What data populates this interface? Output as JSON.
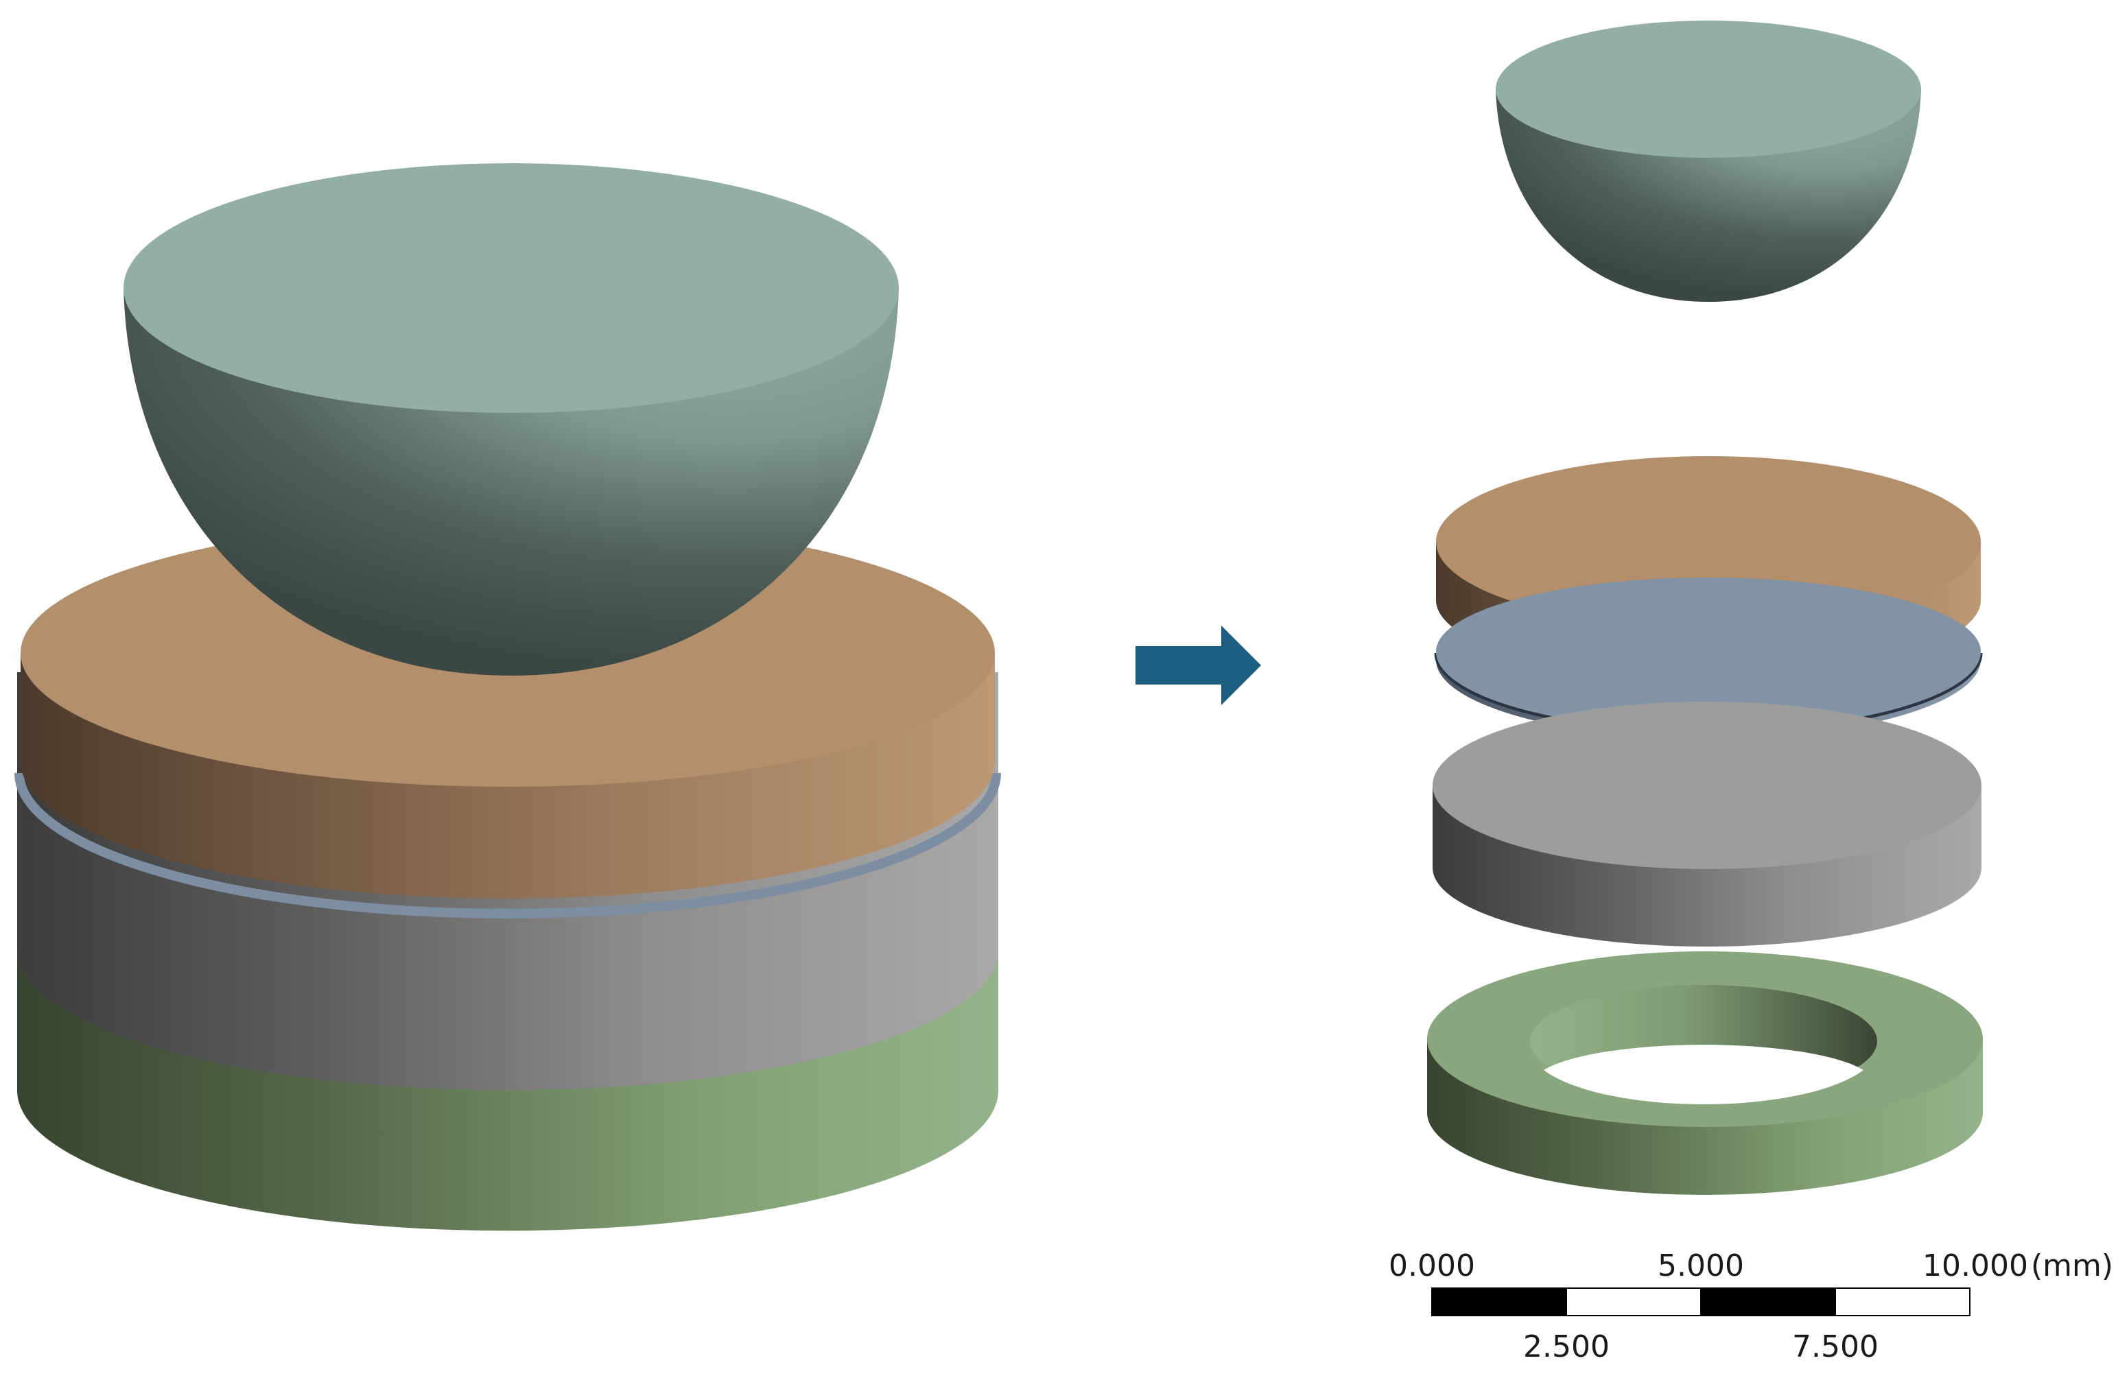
{
  "colors": {
    "background": "#ffffff",
    "hemisphere_top": "#93aea5",
    "hemisphere_dark": "#3b4844",
    "copper_top": "#b38f6c",
    "copper_dark": "#4e3b2c",
    "interlayer_top": "#8193a5",
    "interlayer_dark": "#4c5866",
    "steel_top": "#9d9d9d",
    "steel_dark": "#3e3e3e",
    "ring_top": "#8aa67e",
    "ring_dark": "#3a4634",
    "arrow": "#1b5e80",
    "scale_black": "#000000",
    "scale_white": "#ffffff"
  },
  "parts": [
    "hemisphere-indenter",
    "top-disc",
    "interlayer-disc",
    "middle-disc",
    "bottom-ring"
  ],
  "scale_bar": {
    "unit": "(mm)",
    "top_labels": [
      "0.000",
      "5.000",
      "10.000"
    ],
    "bottom_labels": [
      "2.500",
      "7.500"
    ]
  }
}
